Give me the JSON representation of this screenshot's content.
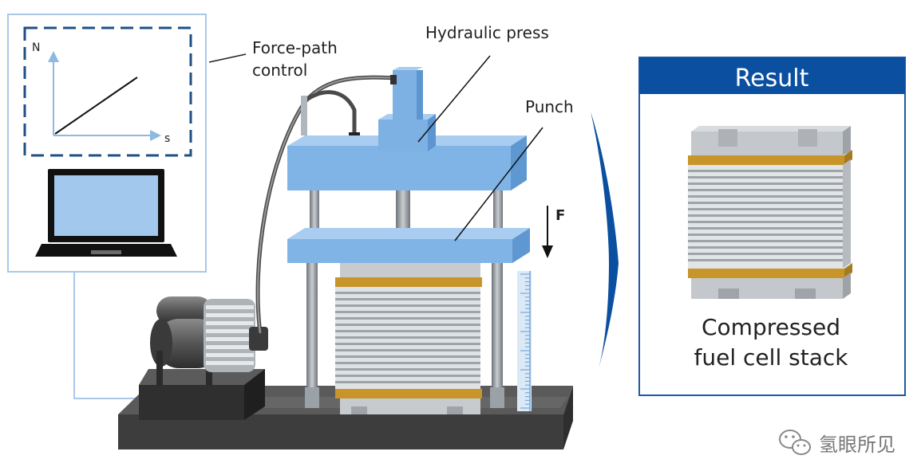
{
  "labels": {
    "force_path_line1": "Force-path",
    "force_path_line2": "control",
    "hydraulic_press": "Hydraulic press",
    "punch": "Punch",
    "force": "F",
    "axis_n": "N",
    "axis_s": "s"
  },
  "result": {
    "title": "Result",
    "caption_line1": "Compressed",
    "caption_line2": "fuel cell stack"
  },
  "watermark": {
    "text": "氢眼所见"
  },
  "colors": {
    "accent_blue": "#0b4fa0",
    "frame_blue": "#1e5aa8",
    "light_frame": "#a9c8e8",
    "press_blue": "#7fb2e5",
    "gasket_orange": "#c7952a",
    "base_dark": "#4a4a4a"
  }
}
